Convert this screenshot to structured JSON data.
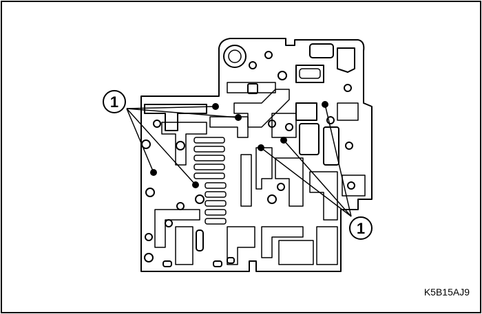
{
  "callouts": [
    {
      "label": "1"
    },
    {
      "label": "1"
    }
  ],
  "figure_code": "K5B15AJ9",
  "colors": {
    "line": "#000000",
    "background": "#ffffff"
  }
}
